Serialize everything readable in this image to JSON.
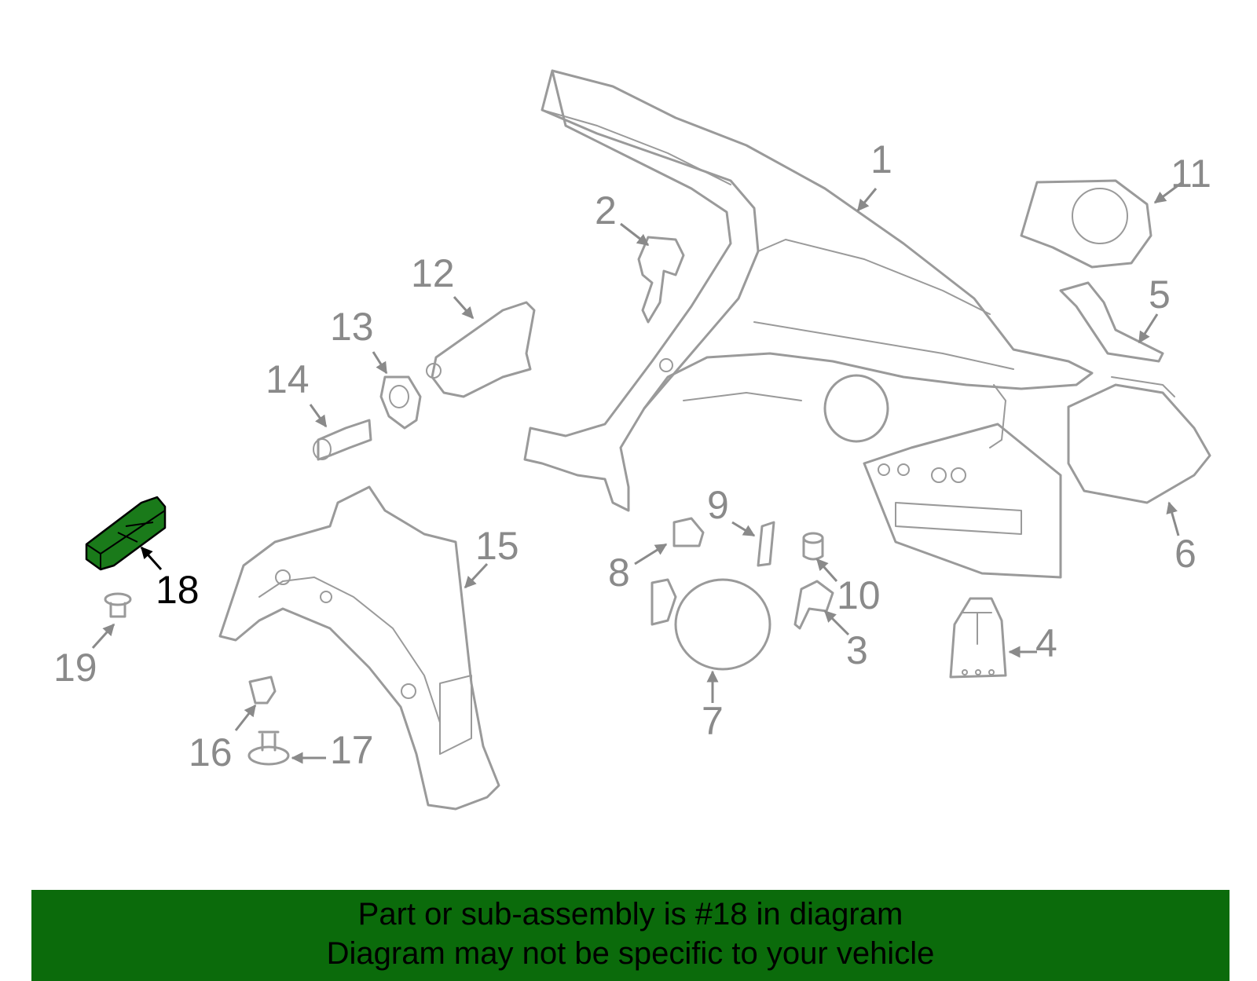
{
  "highlight_color": "#1a7a1a",
  "banner": {
    "background": "#0b6b0b",
    "line1": "Part or sub-assembly is #18 in diagram",
    "line2": "Diagram may not be specific to your vehicle"
  },
  "callouts": [
    {
      "id": "1",
      "label": "1"
    },
    {
      "id": "2",
      "label": "2"
    },
    {
      "id": "3",
      "label": "3"
    },
    {
      "id": "4",
      "label": "4"
    },
    {
      "id": "5",
      "label": "5"
    },
    {
      "id": "6",
      "label": "6"
    },
    {
      "id": "7",
      "label": "7"
    },
    {
      "id": "8",
      "label": "8"
    },
    {
      "id": "9",
      "label": "9"
    },
    {
      "id": "10",
      "label": "10"
    },
    {
      "id": "11",
      "label": "11"
    },
    {
      "id": "12",
      "label": "12"
    },
    {
      "id": "13",
      "label": "13"
    },
    {
      "id": "14",
      "label": "14"
    },
    {
      "id": "15",
      "label": "15"
    },
    {
      "id": "16",
      "label": "16"
    },
    {
      "id": "17",
      "label": "17"
    },
    {
      "id": "18",
      "label": "18",
      "highlighted": true
    },
    {
      "id": "19",
      "label": "19"
    }
  ]
}
